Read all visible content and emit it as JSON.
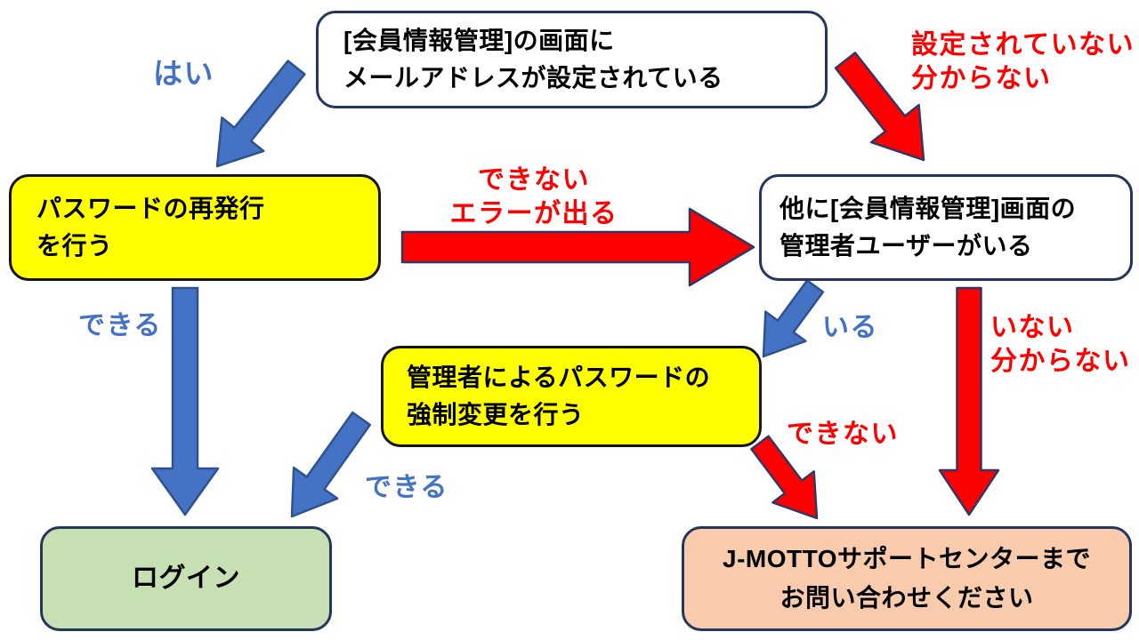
{
  "colors": {
    "navy": "#24365E",
    "black_border": "#141414",
    "yellow": "#FFFF00",
    "green": "#C6E0B4",
    "peach": "#F8CBAD",
    "blue_fill": "#4472C4",
    "blue_stroke": "#2F528F",
    "red_fill": "#FF0000",
    "red_stroke": "#2F3864",
    "blue_text": "#4472C4",
    "red_text": "#FF0000",
    "text": "#000000"
  },
  "nodes": {
    "start": {
      "lines": [
        "[会員情報管理]の画面に",
        "メールアドレスが設定されている"
      ]
    },
    "reissue": {
      "lines": [
        "パスワードの再発行",
        "を行う"
      ]
    },
    "other_admin": {
      "lines": [
        "他に[会員情報管理]画面の",
        "管理者ユーザーがいる"
      ]
    },
    "force_change": {
      "lines": [
        "管理者によるパスワードの",
        "強制変更を行う"
      ]
    },
    "login": {
      "lines": [
        "ログイン"
      ]
    },
    "support": {
      "lines": [
        "J-MOTTOサポートセンターまで",
        "お問い合わせください"
      ]
    }
  },
  "labels": {
    "yes": "はい",
    "not_set": [
      "設定されていない",
      "分からない"
    ],
    "cannot_error": [
      "できない",
      "エラーが出る"
    ],
    "can_left": "できる",
    "exists": "いる",
    "not_exists": [
      "いない",
      "分からない"
    ],
    "cannot": "できない",
    "can_mid": "できる"
  }
}
